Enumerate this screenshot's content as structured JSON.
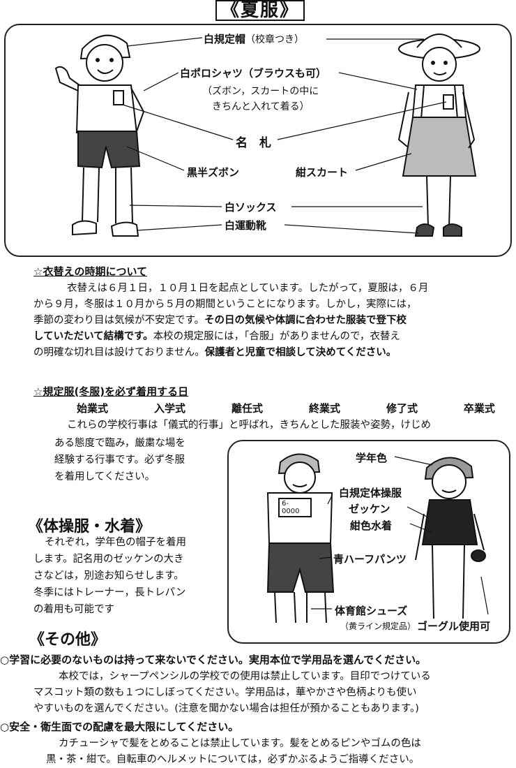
{
  "summer": {
    "title": "《夏服》",
    "hat": "白規定帽",
    "hat_note": "（校章つき）",
    "polo": "白ポロシャツ（ブラウスも可）",
    "polo_note1": "（ズボン，スカートの中に",
    "polo_note2": "きちんと入れて着る）",
    "nametag": "名　札",
    "shorts": "黒半ズボン",
    "skirt": "紺スカート",
    "socks": "白ソックス",
    "shoes": "白運動靴"
  },
  "season": {
    "heading": "☆衣替えの時期について",
    "lines": [
      "衣替えは６月１日，１０月１日を起点としています。したがって，夏服は，６月",
      "から９月，冬服は１０月から５月の期間ということになります。しかし，実際には，",
      "季節の変わり目は気候が不安定です。",
      "その日の気候や体調に合わせた服装で登下校",
      "していただいて結構です。",
      "本校の規定服には，「合服」がありませんので，衣替え",
      "の明確な切れ目は設けておりません。",
      "保護者と児童で相談して決めてください。"
    ]
  },
  "uniform_days": {
    "heading": "☆規定服(冬服)を必ず着用する日",
    "events": [
      "始業式",
      "入学式",
      "離任式",
      "終業式",
      "修了式",
      "卒業式"
    ],
    "line1": "これらの学校行事は「儀式的行事」と呼ばれ，きちんとした服装や姿勢，けじめ",
    "line2": "ある態度で臨み，厳粛な場を",
    "line3": "経験する行事です。必ず冬服",
    "line4": "を着用してください。"
  },
  "pe": {
    "title": "《体操服・水着》",
    "lines": [
      "それぞれ，学年色の帽子を着用",
      "します。記名用のゼッケンの大き",
      "さなどは，別途お知らせします。",
      "冬季にはトレーナー，長トレパン",
      "の着用も可能です"
    ],
    "bib_text": "6-\n0000",
    "grade_color": "学年色",
    "gym_shirt": "白規定体操服",
    "zekken": "ゼッケン",
    "swimsuit": "紺色水着",
    "pants": "青ハーフパンツ",
    "gym_shoes": "体育館シューズ",
    "gym_shoes_note": "（黄ライン規定品）",
    "goggles": "ゴーグル使用可"
  },
  "other": {
    "title": "《その他》",
    "item1_heading": "○学習に必要のないものは持って来ないでください。実用本位で学用品を選んでください。",
    "item1_lines": [
      "本校では，シャープペンシルの学校での使用は禁止しています。目印でつけている",
      "マスコット類の数も１つにしぼってください。学用品は，華やかさや色柄よりも使い",
      "やすいものを選んでください。(注意を聞かない場合は担任が預かることもあります。)"
    ],
    "item2_heading": "○安全・衛生面での配慮を最大限にしてください。",
    "item2_lines": [
      "カチューシャで髪をとめることは禁止しています。髪をとめるピンやゴムの色は",
      "黒・茶・紺で。自転車のヘルメットについては，必ずかぶるようご指導ください。"
    ]
  }
}
